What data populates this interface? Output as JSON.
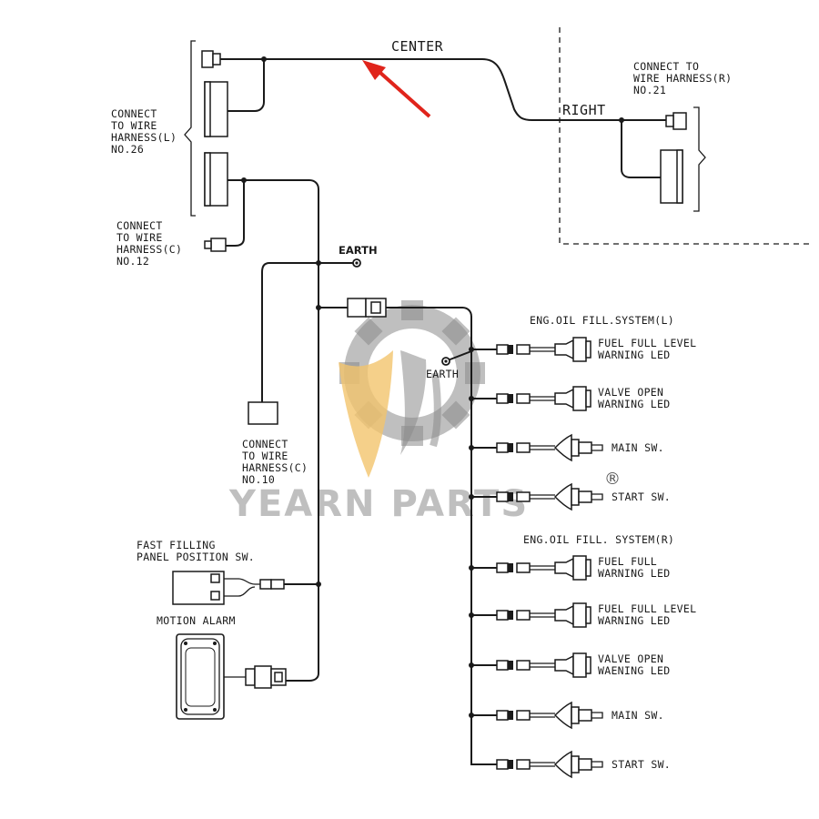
{
  "labels": {
    "center": "CENTER",
    "right": "RIGHT",
    "harness_l": [
      "CONNECT",
      "TO WIRE",
      "HARNESS(L)",
      "NO.26"
    ],
    "harness_r": [
      "CONNECT TO",
      "WIRE HARNESS(R)",
      "NO.21"
    ],
    "harness_c12": [
      "CONNECT",
      "TO WIRE",
      "HARNESS(C)",
      "NO.12"
    ],
    "harness_c10": [
      "CONNECT",
      "TO WIRE",
      "HARNESS(C)",
      "NO.10"
    ],
    "earth_top": "EARTH",
    "earth_mid": "EARTH",
    "system_l": "ENG.OIL FILL.SYSTEM(L)",
    "system_r": "ENG.OIL FILL. SYSTEM(R)",
    "fast_filling": [
      "FAST FILLING",
      "PANEL POSITION SW."
    ],
    "motion_alarm": "MOTION ALARM"
  },
  "components_l": [
    {
      "type": "led",
      "label": [
        "FUEL FULL LEVEL",
        "WARNING LED"
      ]
    },
    {
      "type": "led",
      "label": [
        "VALVE OPEN",
        "WARNING  LED"
      ]
    },
    {
      "type": "switch",
      "label": [
        "MAIN SW."
      ]
    },
    {
      "type": "switch",
      "label": [
        "START SW."
      ]
    }
  ],
  "components_r": [
    {
      "type": "led",
      "label": [
        "FUEL FULL",
        "WARNING LED"
      ]
    },
    {
      "type": "led",
      "label": [
        "FUEL FULL LEVEL",
        "WARNING LED"
      ]
    },
    {
      "type": "led",
      "label": [
        "VALVE OPEN",
        "WAENING LED"
      ]
    },
    {
      "type": "switch",
      "label": [
        "MAIN SW."
      ]
    },
    {
      "type": "switch",
      "label": [
        "START SW."
      ]
    }
  ],
  "watermark": {
    "text": "YEARN PARTS",
    "registered": "®",
    "gear_color": "#8a8a8a",
    "leaf_color": "#f2c46d"
  },
  "arrow_color": "#e0241b"
}
